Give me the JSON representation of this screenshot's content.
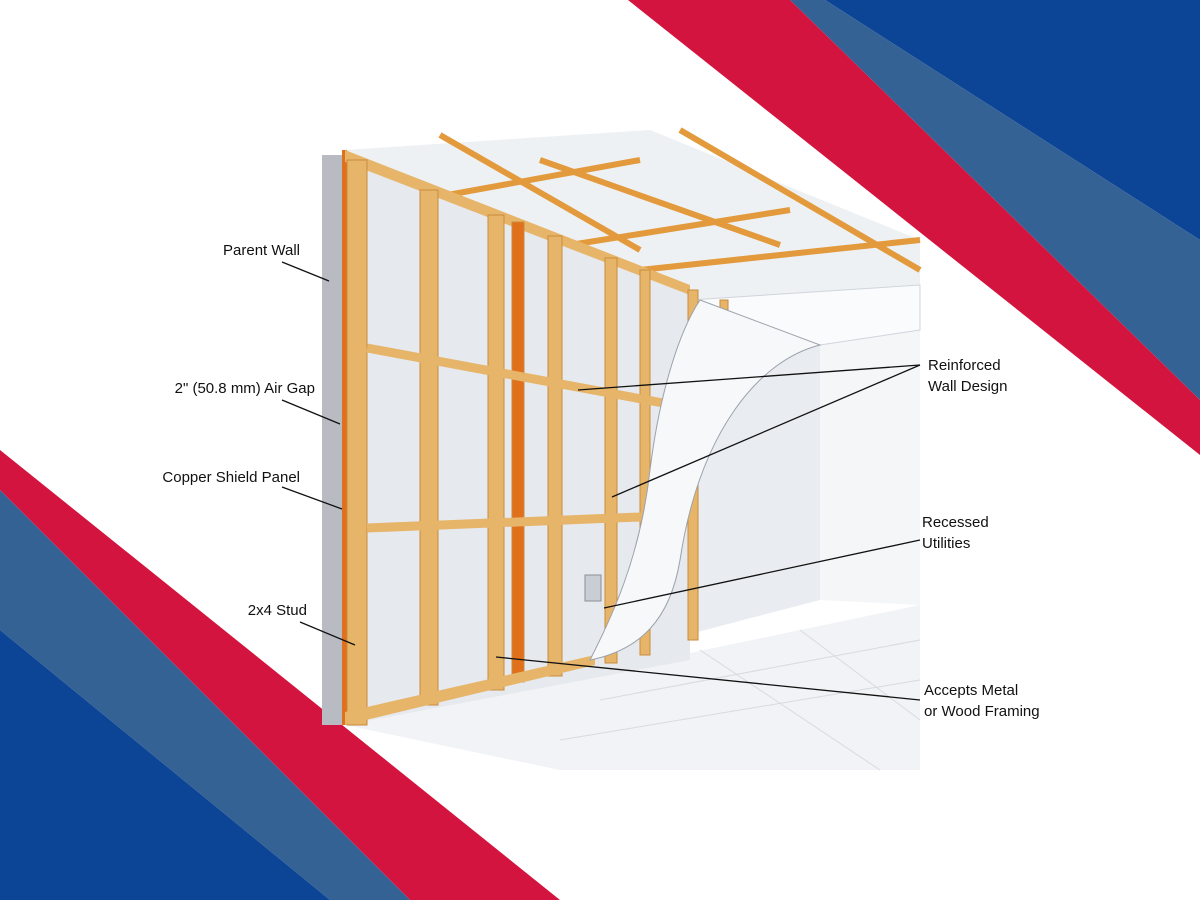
{
  "colors": {
    "red": "#d3143f",
    "blue": "#0c4596",
    "steel": "#356295",
    "stud": "#e7b56a",
    "copper": "#e0701c"
  },
  "labels": {
    "parent_wall": "Parent Wall",
    "air_gap": "2\" (50.8 mm) Air Gap",
    "copper_panel": "Copper Shield Panel",
    "stud": "2x4 Stud",
    "reinforced_1": "Reinforced",
    "reinforced_2": "Wall Design",
    "recessed_1": "Recessed",
    "recessed_2": "Utilities",
    "accepts_1": "Accepts Metal",
    "accepts_2": "or Wood Framing"
  }
}
